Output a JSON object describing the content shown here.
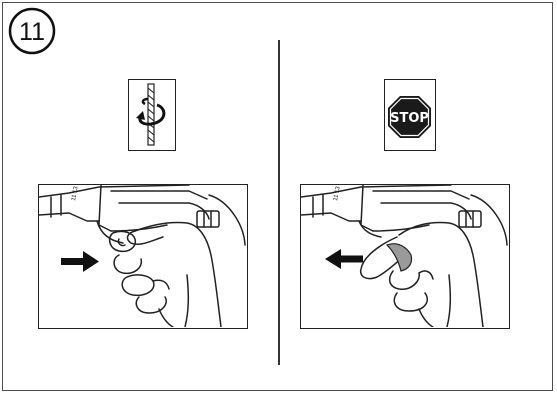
{
  "step": {
    "number": "11"
  },
  "left": {
    "icon": "drill-bit-rotation-icon",
    "illustration": "trigger-pressed-illustration",
    "arrow_direction": "right"
  },
  "right": {
    "icon": "stop-sign-icon",
    "stop_label": "STOP",
    "illustration": "trigger-released-illustration",
    "arrow_direction": "left"
  },
  "scale_marks": "11 13",
  "colors": {
    "line": "#222222",
    "frame": "#4d4d4d",
    "finger_pad": "#9a9a9a",
    "stop_bg": "#1a1a1a"
  }
}
